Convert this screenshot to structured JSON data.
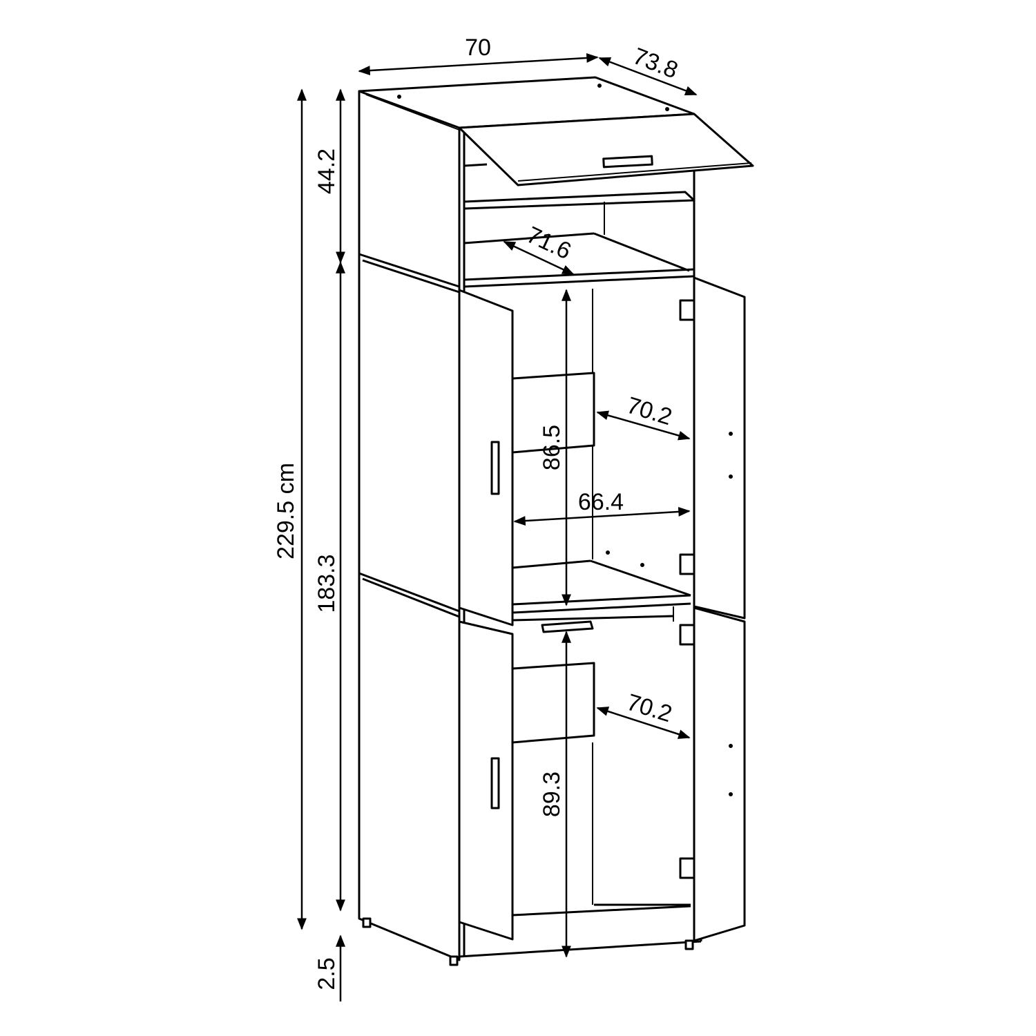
{
  "dimensions": {
    "width": "70",
    "depth": "73.8",
    "total_height": "229.5 cm",
    "top_section_height": "44.2",
    "main_section_height": "183.3",
    "leg_height": "2.5",
    "top_inner_depth": "71.6",
    "upper_inner_height": "86.5",
    "upper_inner_depth": "70.2",
    "inner_width": "66.4",
    "lower_inner_depth": "70.2",
    "lower_inner_height": "89.3"
  },
  "colors": {
    "line": "#000000",
    "background": "#ffffff"
  }
}
